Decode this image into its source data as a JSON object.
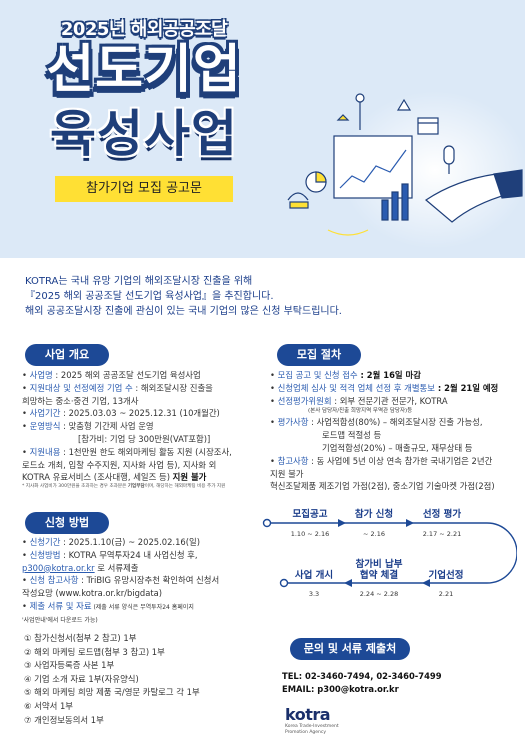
{
  "hero": {
    "year_line": "2025년 해외공공조달",
    "title_line1": "선도기업",
    "title_line2": "육성사업",
    "banner": "참가기업 모집 공고문"
  },
  "intro": {
    "line1": "KOTRA는 국내 유망 기업의 해외조달시장 진출을 위해",
    "line2": "『2025 해외 공공조달 선도기업 육성사업』을 추진합니다.",
    "line3": "해외 공공조달시장 진출에 관심이 있는 국내 기업의 많은 신청 부탁드립니다."
  },
  "overview": {
    "title": "사업 개요",
    "name_k": "사업명",
    "name_v": " : 2025 해외 공공조달 선도기업 육성사업",
    "target_k": "지원대상 및 선정예정 기업 수",
    "target_v": " : 해외조달시장 진출을",
    "target_v2": "희망하는 중소·중견 기업, 13개사",
    "period_k": "사업기간",
    "period_v": " : 2025.03.03 ~ 2025.12.31 (10개월간)",
    "method_k": "운영방식",
    "method_v": " : 맞춤형 기간제 사업 운영",
    "method_v2": "[참가비: 기업 당 300만원(VAT포함)]",
    "content_k": "지원내용",
    "content_v": " : 1천만원 한도 해외마케팅 활동 지원 (시장조사,",
    "content_v2": "로드쇼 개최, 입찰 수주지원, 지사화 사업 등), 지사화 외",
    "content_v3": "KOTRA 유료서비스 (조사대행, 세일즈 등) ",
    "content_v3b": "지원 불가",
    "fine": "* 지사화 사업비가 300만원을 초과하는 경우 초과분은 ",
    "fine_b": "기업부담",
    "fine2": "이며, 해당하는 해외마케팅 비용 추가 지원"
  },
  "application": {
    "title": "신청 방법",
    "period_k": "신청기간",
    "period_v": " : 2025.1.10(금) ~ 2025.02.16(일)",
    "place_k": "신청방법",
    "place_v": " : KOTRA 무역투자24 내 사업신청 후,",
    "email": "p300@kotra.or.kr",
    "email_suffix": " 로 서류제출",
    "ref_k": "신청 참고사항",
    "ref_v": " : TriBIG 유망시장추천 확인하여 신청서",
    "ref_v2": "작성요망 (www.kotra.or.kr/bigdata)",
    "docs_k": "제출 서류 및 자료",
    "docs_v": " (제출 서류 양식은 무역투자24 홈페이지",
    "docs_v2": "'사업안내'에서 다운로드 가능)"
  },
  "documents": [
    "① 참가신청서(첨부 2 참고) 1부",
    "② 해외 마케팅 로드맵(첨부 3 참고) 1부",
    "③ 사업자등록증 사본 1부",
    "④ 기업 소개 자료 1부(자유양식)",
    "⑤ 해외 마케팅 희망 제품 국/영문 카탈로그 각 1부",
    "⑥ 서약서 1부",
    "⑦ 개인정보동의서 1부"
  ],
  "procedure": {
    "title": "모집 절차",
    "l1_k": "모집 공고 및 신청 접수",
    "l1_v": " : 2월 16일 마감",
    "l2_k": "신청업체 심사 및 적격 업체 선정 후 개별통보",
    "l2_v": " : 2월 21일 예정",
    "l3_k": "선정평가위원회",
    "l3_v": " : 외부 전문기관 전문가, KOTRA",
    "l3_sub": "(본사 담당자/진출 희망지역 무역관 담당자)등",
    "l4_k": "평가사항",
    "l4_v": " : 사업적합성(80%) – 해외조달시장 진출 가능성,",
    "l4_v2": "로드맵 적절성 등",
    "l4_v3": "기업적합성(20%) – 매출규모, 재무상태 등",
    "l5_k": "참고사항",
    "l5_v": " : 동 사업에 5년 이상 연속 참가한 국내기업은 2년간",
    "l5_v2": "지원 불가",
    "l5_v3": "혁신조달제품 제조기업 가점(2점), 중소기업 기술마켓 가점(2점)"
  },
  "flow": [
    {
      "label": "모집공고",
      "date": "1.10 ~ 2.16"
    },
    {
      "label": "참가 신청",
      "date": "~ 2.16"
    },
    {
      "label": "선정 평가",
      "date": "2.17 ~ 2.21"
    },
    {
      "label": "기업선정",
      "date": "2.21"
    },
    {
      "label": "참가비 납부",
      "label2": "협약 체결",
      "date": "2.24 ~ 2.28"
    },
    {
      "label": "사업 개시",
      "date": "3.3"
    }
  ],
  "contact": {
    "title": "문의 및 서류 제출처",
    "tel": "TEL: 02-3460-7494, 02-3460-7499",
    "email": "EMAIL: p300@kotra.or.kr"
  },
  "logo": {
    "word": "kotra",
    "sub1": "Korea Trade-Investment",
    "sub2": "Promotion Agency"
  },
  "colors": {
    "navy": "#1d4996",
    "yellow": "#ffe034",
    "hero_bg": "#dce9f7"
  }
}
